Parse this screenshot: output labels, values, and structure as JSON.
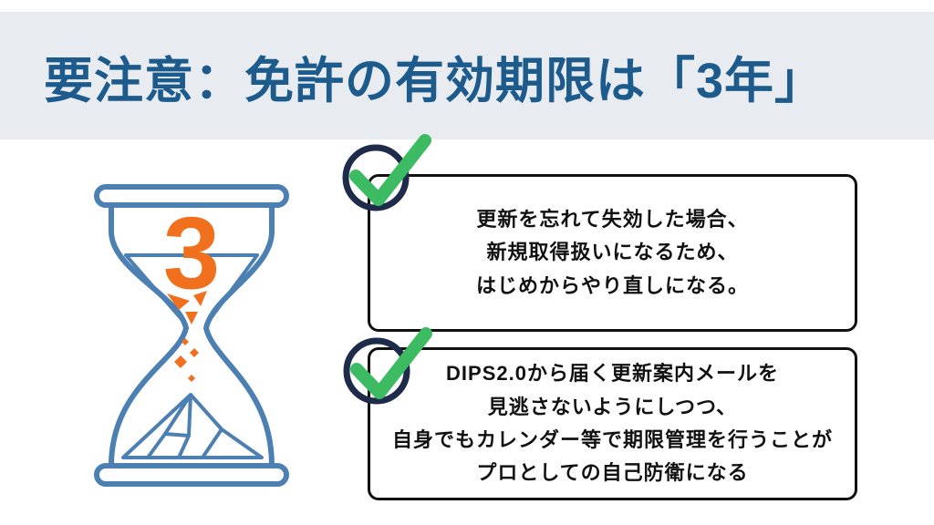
{
  "title": "要注意：免許の有効期限は「3年」",
  "hourglass": {
    "label": "3",
    "alt": "hourglass with 3-year sand timer"
  },
  "callouts": [
    {
      "text": "更新を忘れて失効した場合、\n新規取得扱いになるため、\nはじめからやり直しになる。"
    },
    {
      "text": "DIPS2.0から届く更新案内メールを\n見逃さないようにしつつ、\n自身でもカレンダー等で期限管理を行うことが\nプロとしての自己防衛になる"
    }
  ],
  "icons": {
    "check_1": "check-circle",
    "check_2": "check-circle"
  },
  "colors": {
    "title_blue": "#1E5B8D",
    "band_gray": "#E8ECF0",
    "box_border": "#111111",
    "text_black": "#111111",
    "check_green": "#3DBB62",
    "ring_navy": "#1E2B4A",
    "hourglass_blue": "#4C80B2",
    "sand_orange": "#F0701D",
    "background": "#FFFFFF"
  }
}
